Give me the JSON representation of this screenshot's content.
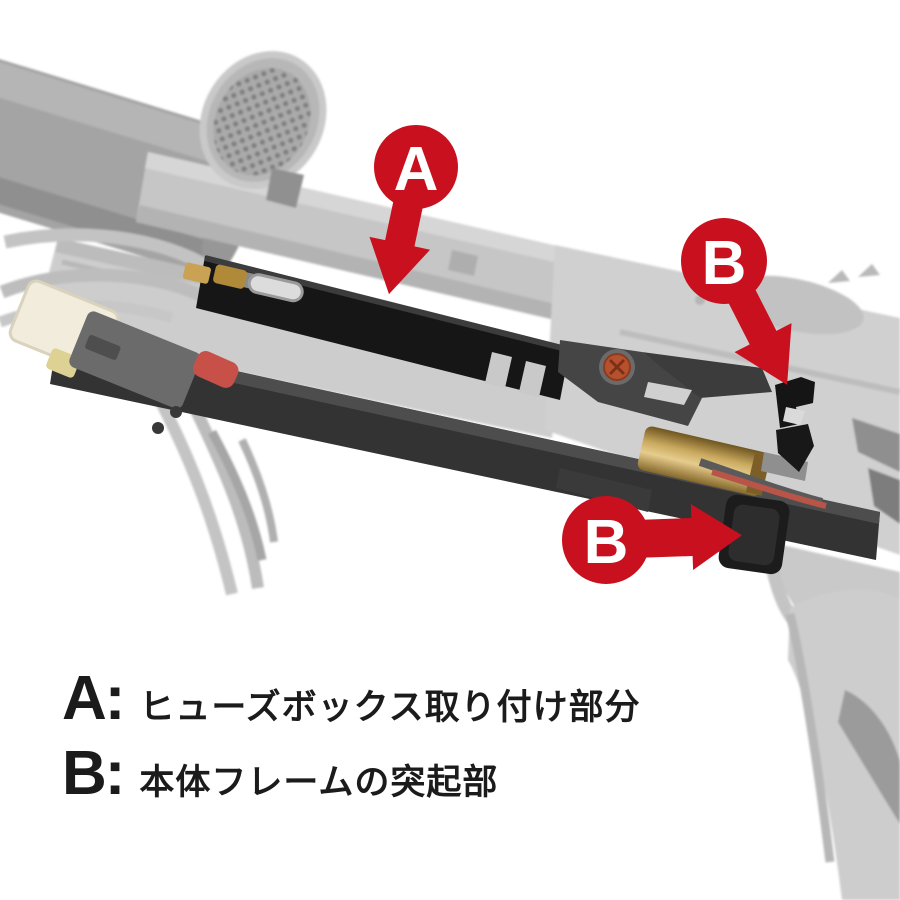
{
  "markers": {
    "a": {
      "label": "A"
    },
    "b_upper": {
      "label": "B"
    },
    "b_lower": {
      "label": "B"
    }
  },
  "legend": {
    "rows": [
      {
        "key": "A:",
        "text": "ヒューズボックス取り付け部分"
      },
      {
        "key": "B:",
        "text": "本体フレームの突起部"
      }
    ]
  },
  "colors": {
    "marker_red": "#c8101e",
    "marker_letter": "#ffffff",
    "caption_text": "#1b1b1b",
    "background": "#ffffff"
  }
}
